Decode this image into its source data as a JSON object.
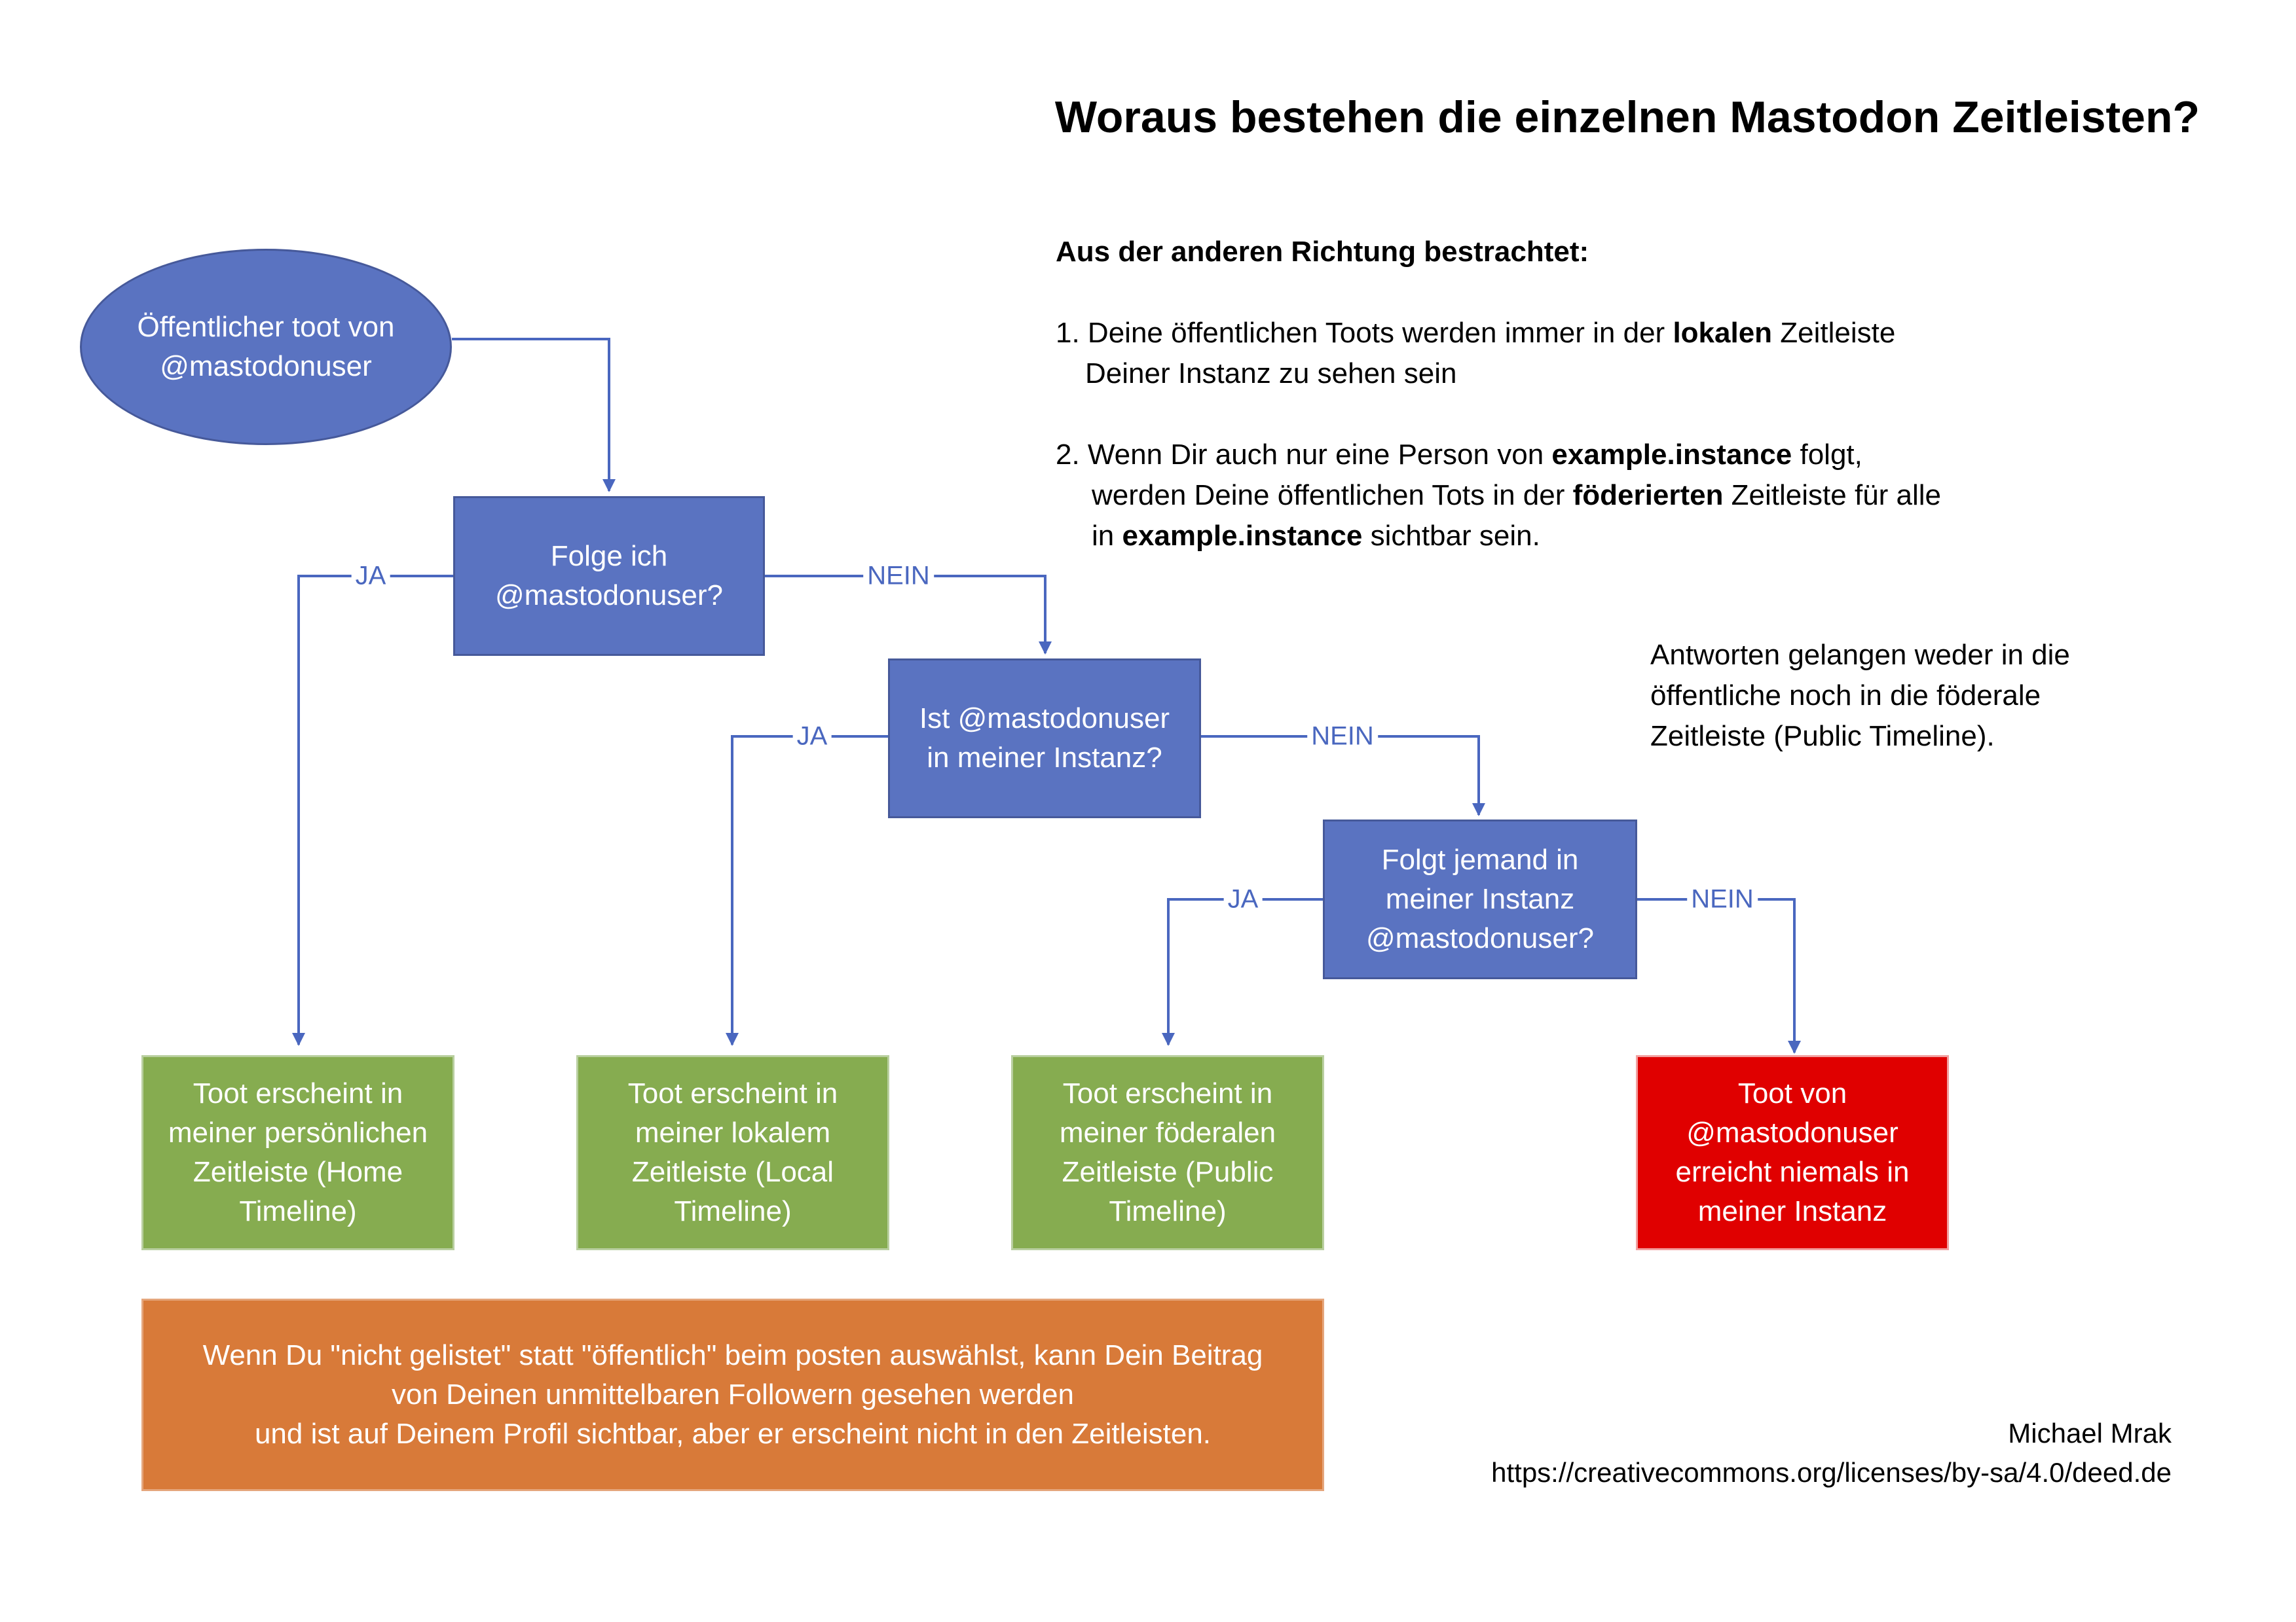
{
  "title": "Woraus bestehen die einzelnen Mastodon Zeitleisten?",
  "info": {
    "heading": "Aus der anderen Richtung bestrachtet:",
    "p1": {
      "l1a": "1. Deine öffentlichen Toots werden immer in der ",
      "l1b": "lokalen",
      "l1c": " Zeitleiste",
      "l2": "Deiner Instanz zu sehen sein"
    },
    "p2": {
      "l1a": "2. Wenn Dir auch nur eine Person von ",
      "l1b": "example.instance",
      "l1c": "  folgt,",
      "l2a": "werden Deine öffentlichen Tots in der ",
      "l2b": "föderierten",
      "l2c": " Zeitleiste für alle",
      "l3a": "in ",
      "l3b": "example.instance",
      "l3c": " sichtbar sein."
    },
    "replies": {
      "l1": "Antworten gelangen weder in die",
      "l2": "öffentliche noch in die föderale",
      "l3": "Zeitleiste (Public Timeline)."
    }
  },
  "nodes": {
    "start": {
      "l1": "Öffentlicher toot von",
      "l2": "@mastodonuser"
    },
    "q1": {
      "l1": "Folge ich",
      "l2": "@mastodonuser?"
    },
    "q2": {
      "l1": "Ist @mastodonuser",
      "l2": "in meiner Instanz?"
    },
    "q3": {
      "l1": "Folgt jemand in",
      "l2": "meiner Instanz",
      "l3": "@mastodonuser?"
    },
    "r1": {
      "l1": "Toot erscheint in",
      "l2": "meiner persönlichen",
      "l3": "Zeitleiste (Home",
      "l4": "Timeline)"
    },
    "r2": {
      "l1": "Toot erscheint in",
      "l2": "meiner lokalem",
      "l3": "Zeitleiste (Local",
      "l4": "Timeline)"
    },
    "r3": {
      "l1": "Toot erscheint in",
      "l2": "meiner föderalen",
      "l3": "Zeitleiste (Public",
      "l4": "Timeline)"
    },
    "r4": {
      "l1": "Toot von",
      "l2": "@mastodonuser",
      "l3": "erreicht niemals in",
      "l4": "meiner Instanz"
    }
  },
  "labels": {
    "yes": "JA",
    "no": "NEIN"
  },
  "note": {
    "l1": "Wenn Du \"nicht gelistet\" statt \"öffentlich\" beim posten auswählst, kann Dein Beitrag",
    "l2": "von Deinen unmittelbaren Followern gesehen werden",
    "l3": "und ist auf Deinem Profil sichtbar, aber er erscheint nicht in den Zeitleisten."
  },
  "credit": {
    "author": "Michael Mrak",
    "license": "https://creativecommons.org/licenses/by-sa/4.0/deed.de"
  },
  "colors": {
    "decision": "#5a73c1",
    "outcome": "#86ac50",
    "never": "#e00000",
    "note": "#d87a39",
    "connector": "#4a67bf"
  }
}
